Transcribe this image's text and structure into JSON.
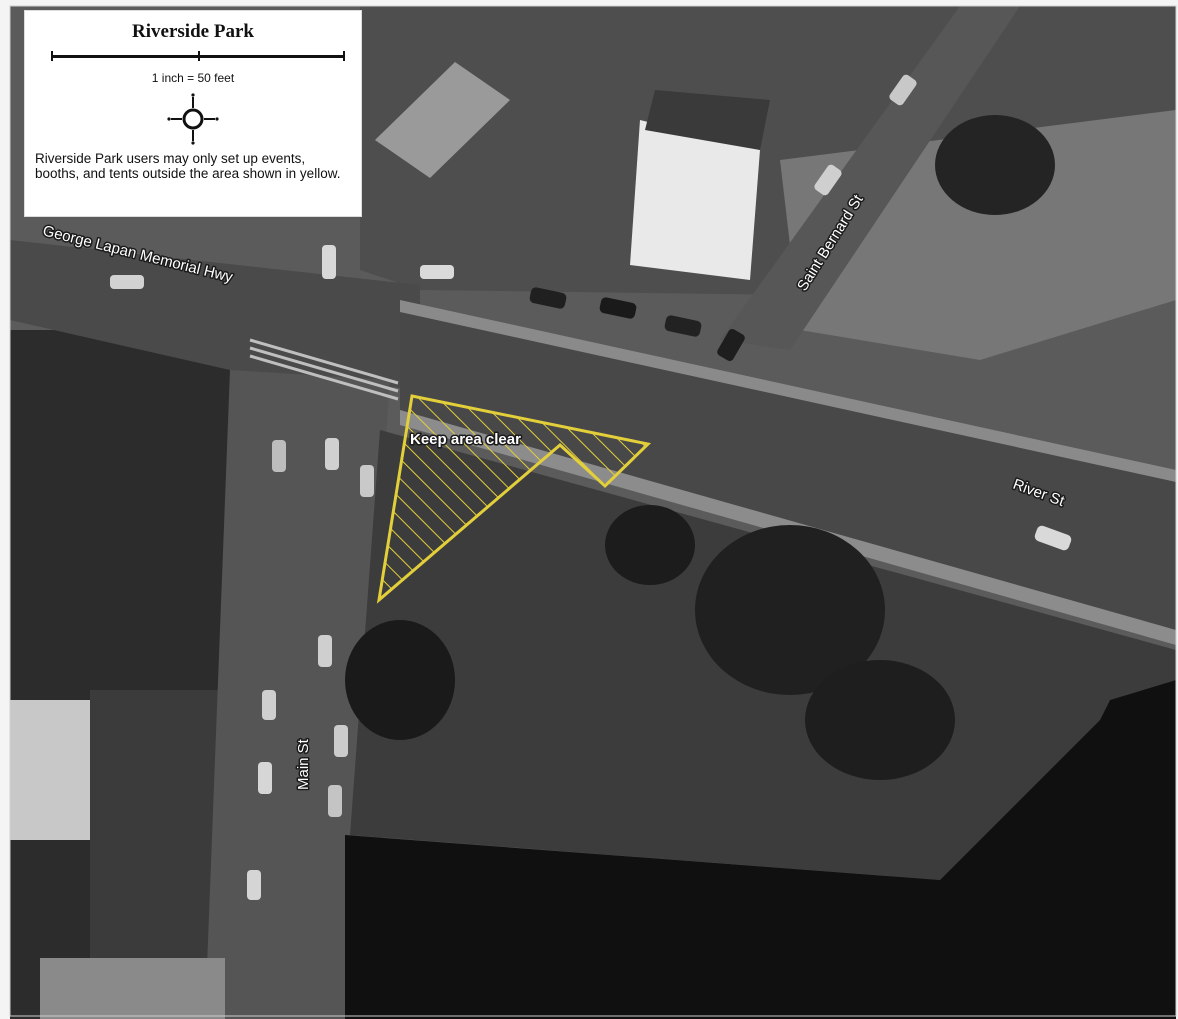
{
  "legend": {
    "title": "Riverside Park",
    "scale_text": "1 inch = 50 feet",
    "note": "Riverside Park users may only set up events, booths, and tents outside the area shown in yellow.",
    "compass_icon": "compass-rose-icon"
  },
  "streets": {
    "george_lapan": "George Lapan Memorial Hwy",
    "saint_bernard": "Saint Bernard St",
    "river": "River St",
    "main": "Main St"
  },
  "restricted_area": {
    "label": "Keep area clear",
    "color": "#e3cf3a"
  },
  "colors": {
    "river_water": "#101010",
    "park_lawn": "#3c3c3c",
    "road": "#4a4a4a"
  }
}
